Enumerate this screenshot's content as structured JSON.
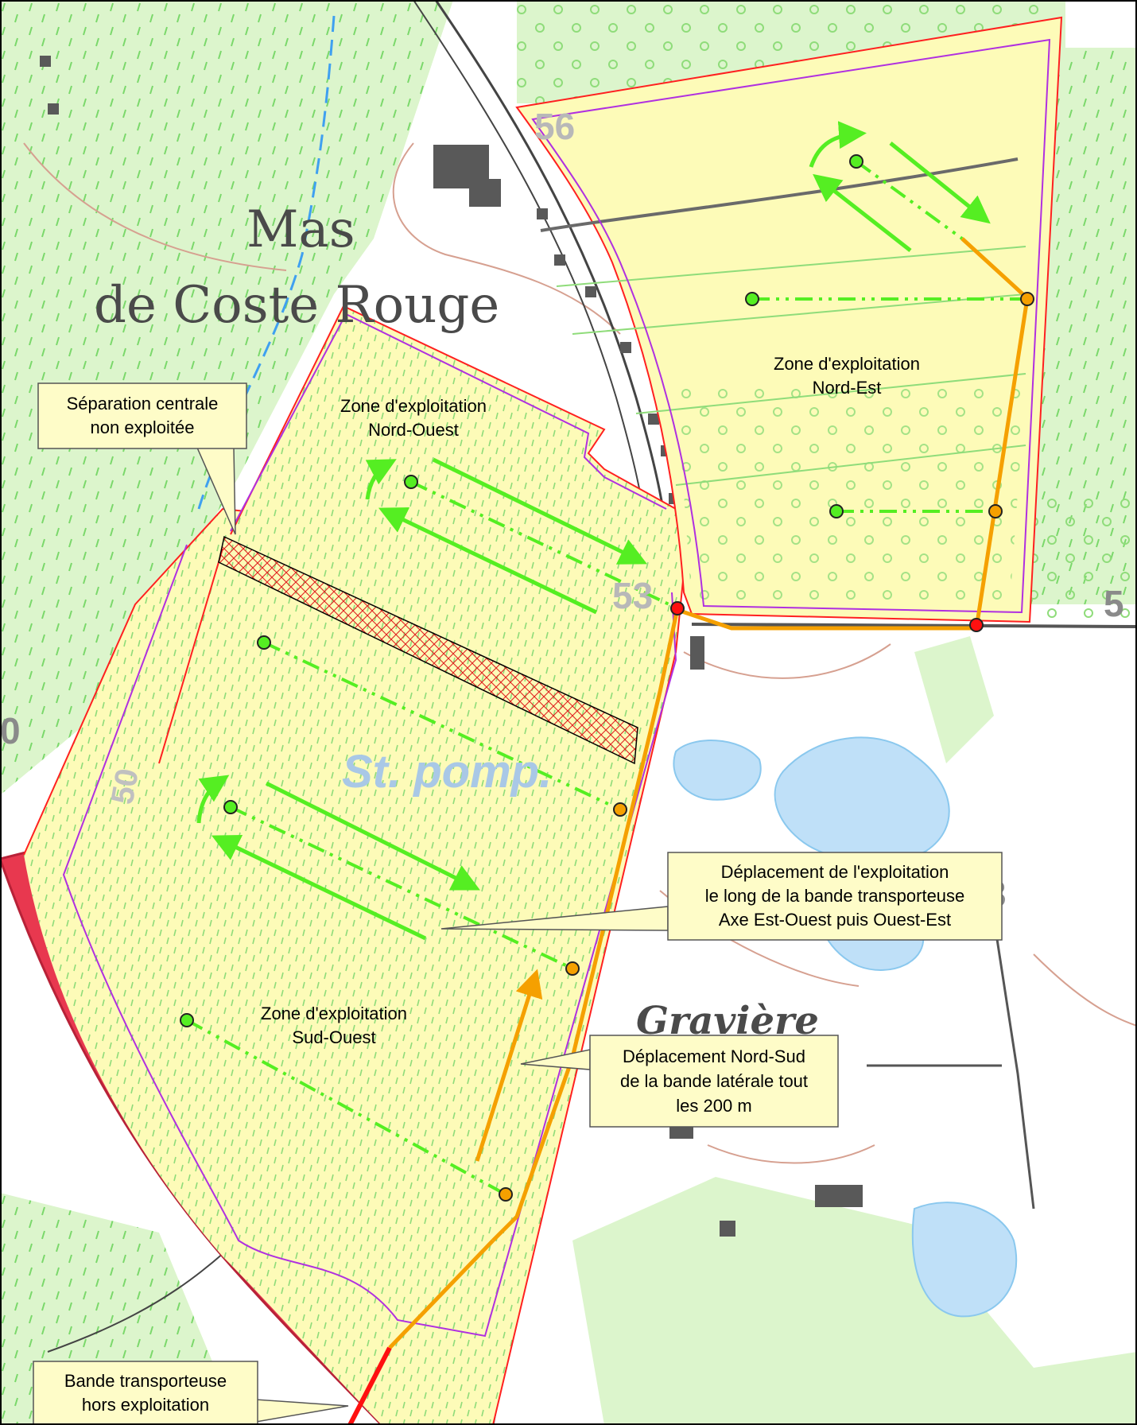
{
  "place_names": {
    "mas_line1": "Mas",
    "mas_line2": "de Coste Rouge",
    "st_pomp": "St. pomp.",
    "graviere": "Gravière"
  },
  "elevation_labels": {
    "e56": "56",
    "e53": "53",
    "e5": "5",
    "e50": "50",
    "e0": "0",
    "e3": "3"
  },
  "zones": {
    "nord_est": [
      "Zone d'exploitation",
      "Nord-Est"
    ],
    "nord_ouest": [
      "Zone d'exploitation",
      "Nord-Ouest"
    ],
    "sud_ouest": [
      "Zone d'exploitation",
      "Sud-Ouest"
    ]
  },
  "callouts": {
    "separation": [
      "Séparation centrale",
      "non exploitée"
    ],
    "deplacement_exploitation": [
      "Déplacement de l'exploitation",
      "le long de la bande transporteuse",
      "Axe Est-Ouest puis Ouest-Est"
    ],
    "deplacement_nord_sud": [
      "Déplacement Nord-Sud",
      "de la bande latérale tout",
      "les 200 m"
    ],
    "bande_hors": [
      "Bande transporteuse",
      "hors exploitation"
    ]
  },
  "colors": {
    "zone_fill": "#fdfbb8",
    "zone_border": "#ff2020",
    "inner_border": "#b030e0",
    "conveyor": "#f5a000",
    "arrow_green": "#55ee22",
    "callout_fill": "#fefcc8",
    "water": "#bfe0f8",
    "road_red": "#e8384f",
    "hatch": "#e02020"
  }
}
